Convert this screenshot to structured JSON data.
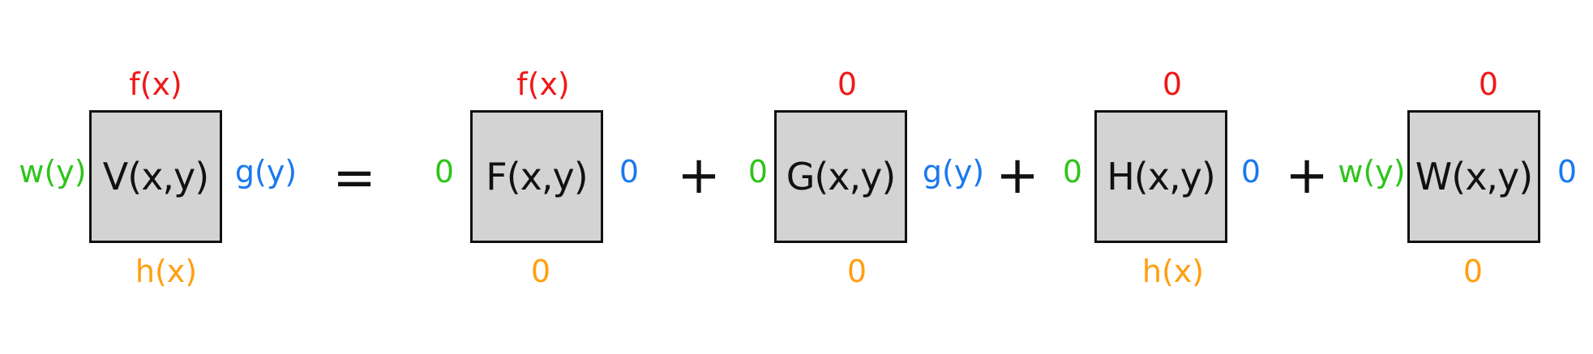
{
  "colors": {
    "top": "#f01818",
    "bottom": "#ff9f10",
    "left": "#2ec41a",
    "right": "#1a78f0",
    "box_fill": "#d3d3d3"
  },
  "lhs": {
    "label": "V(x,y)",
    "top": "f(x)",
    "bottom": "h(x)",
    "left": "w(y)",
    "right": "g(y)"
  },
  "equals": "=",
  "terms": [
    {
      "label": "F(x,y)",
      "top": "f(x)",
      "bottom": "0",
      "left": "0",
      "right": "0"
    },
    {
      "label": "G(x,y)",
      "top": "0",
      "bottom": "0",
      "left": "0",
      "right": "g(y)"
    },
    {
      "label": "H(x,y)",
      "top": "0",
      "bottom": "h(x)",
      "left": "0",
      "right": "0"
    },
    {
      "label": "W(x,y)",
      "top": "0",
      "bottom": "0",
      "left": "w(y)",
      "right": "0"
    }
  ],
  "plus": "+"
}
